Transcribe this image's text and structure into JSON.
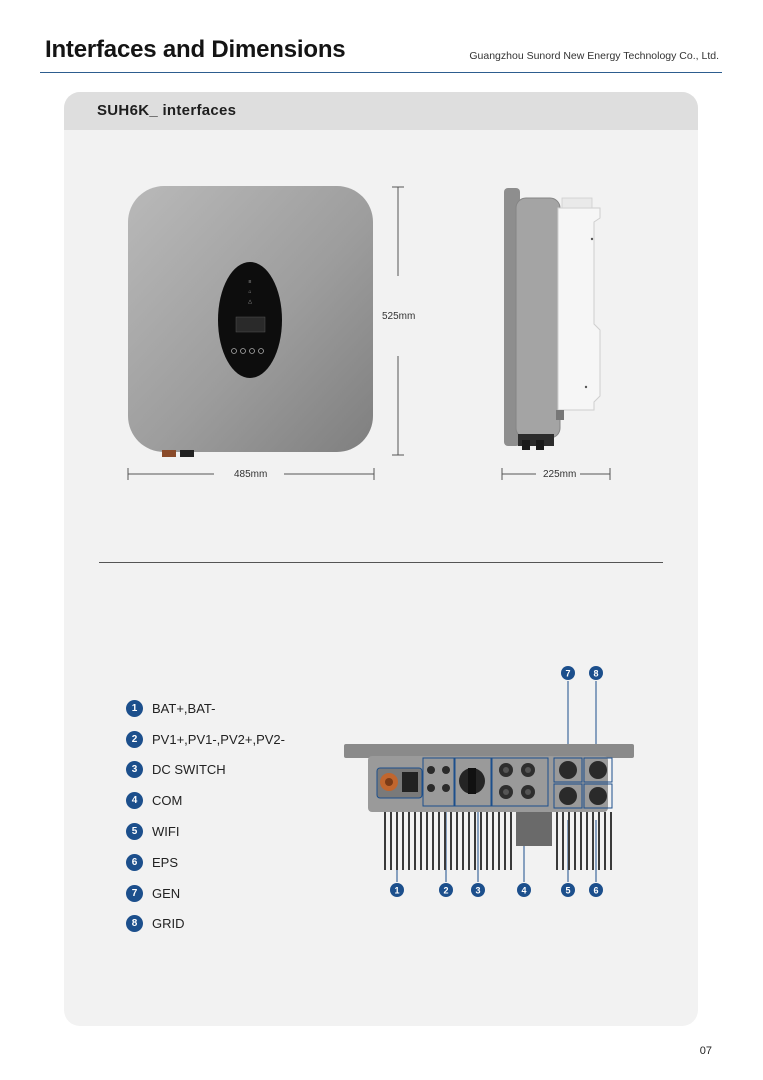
{
  "header": {
    "title": "Interfaces and Dimensions",
    "company": "Guangzhou Sunord New Energy Technology Co., Ltd."
  },
  "section": {
    "title": "SUH6K_ interfaces"
  },
  "dimensions": {
    "height": "525mm",
    "width": "485mm",
    "depth": "225mm"
  },
  "legend": [
    {
      "num": "1",
      "label": "BAT+,BAT-"
    },
    {
      "num": "2",
      "label": "PV1+,PV1-,PV2+,PV2-"
    },
    {
      "num": "3",
      "label": "DC SWITCH"
    },
    {
      "num": "4",
      "label": "COM"
    },
    {
      "num": "5",
      "label": "WIFI"
    },
    {
      "num": "6",
      "label": "EPS"
    },
    {
      "num": "7",
      "label": "GEN"
    },
    {
      "num": "8",
      "label": "GRID"
    }
  ],
  "callouts": {
    "bottom": [
      "1",
      "2",
      "3",
      "4",
      "5",
      "6"
    ],
    "top": [
      "7",
      "8"
    ]
  },
  "colors": {
    "accent": "#1c4f8c",
    "panel": "#f2f2f2",
    "header_rule": "#2d5d8f"
  },
  "footer": {
    "page_number": "07"
  }
}
